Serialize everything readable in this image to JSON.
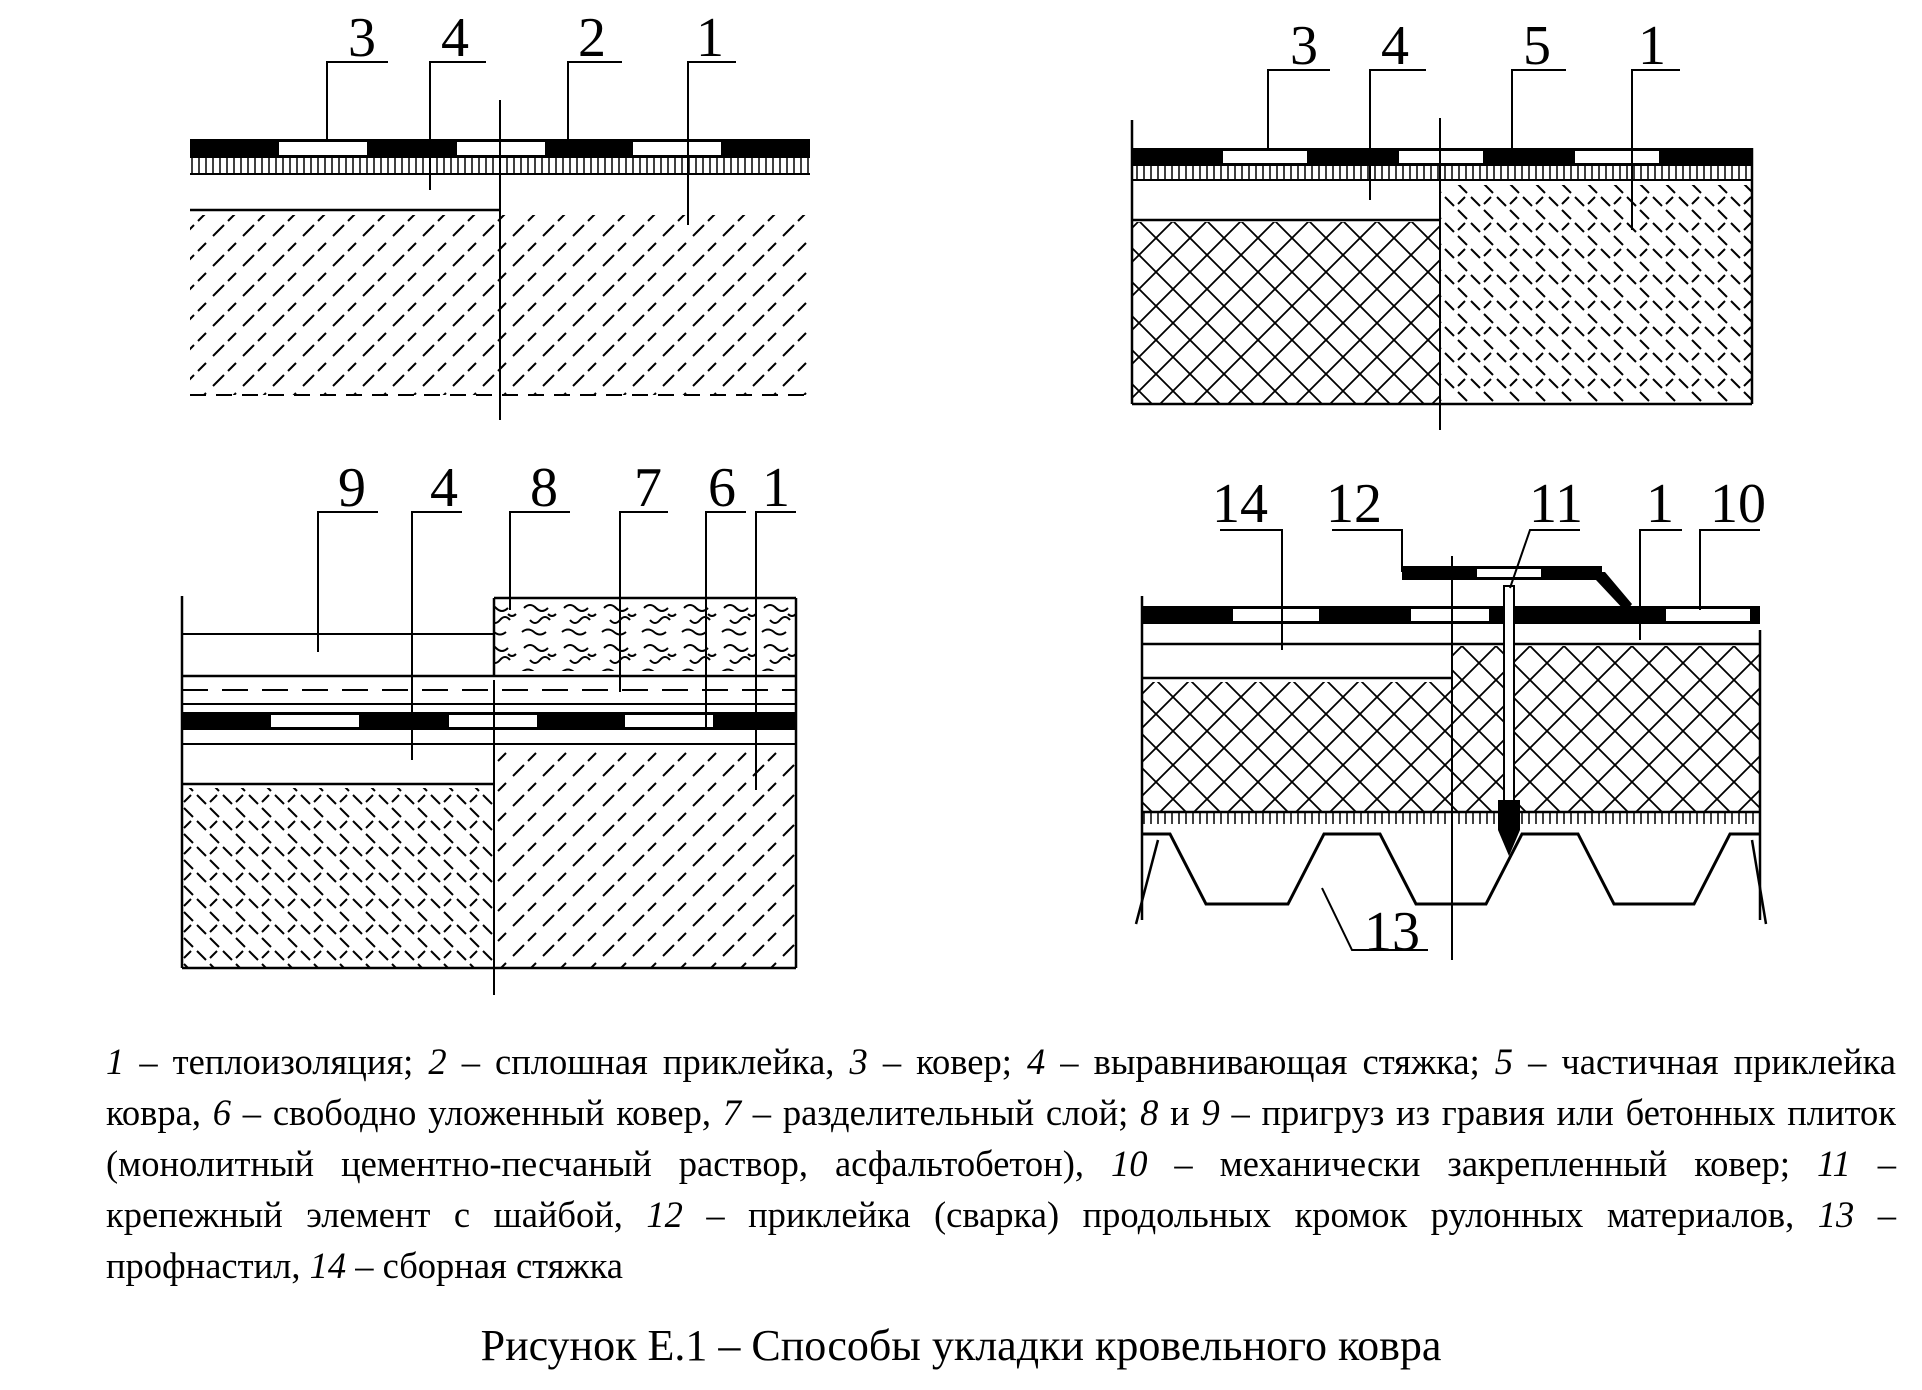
{
  "figure": {
    "panel_a": {
      "labels": [
        "3",
        "4",
        "2",
        "1"
      ]
    },
    "panel_b": {
      "labels": [
        "3",
        "4",
        "5",
        "1"
      ]
    },
    "panel_c": {
      "labels": [
        "9",
        "4",
        "8",
        "7",
        "6",
        "1"
      ]
    },
    "panel_d": {
      "labels": [
        "14",
        "12",
        "11",
        "1",
        "10",
        "13"
      ]
    }
  },
  "legend": [
    {
      "num": "1",
      "text": " – теплоизоляция; "
    },
    {
      "num": "2",
      "text": " – сплошная приклейка, "
    },
    {
      "num": "3",
      "text": " – ковер; "
    },
    {
      "num": "4",
      "text": " – выравнивающая стяжка; "
    },
    {
      "num": "5",
      "text": " – частичная приклейка ковра, "
    },
    {
      "num": "6",
      "text": " – свободно уложенный ковер, "
    },
    {
      "num": "7",
      "text": " – разделительный слой; "
    },
    {
      "num": "8",
      "text": " и "
    },
    {
      "num": "9",
      "text": " – пригруз из гравия или бетонных плиток (монолитный цементно-песчаный раствор, асфальтобетон), "
    },
    {
      "num": "10",
      "text": " – механически закрепленный ковер; "
    },
    {
      "num": "11",
      "text": " – крепежный элемент с шайбой, "
    },
    {
      "num": "12",
      "text": " – приклейка (сварка) продольных кромок рулонных материалов, "
    },
    {
      "num": "13",
      "text": " – профнастил, "
    },
    {
      "num": "14",
      "text": " – сборная стяжка"
    }
  ],
  "caption": "Рисунок Е.1 – Способы укладки кровельного ковра"
}
